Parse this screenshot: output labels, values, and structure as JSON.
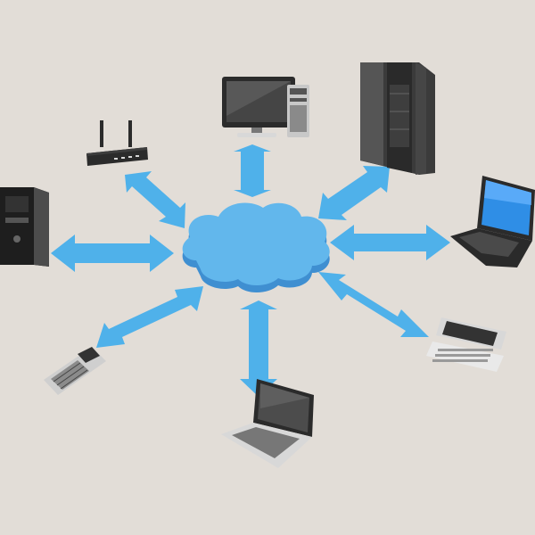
{
  "colors": {
    "background": "#e2ddd7",
    "cloud": "#62b7ec",
    "cloud_shade": "#3f8fd1",
    "arrow": "#4fb1ea",
    "device_dark": "#2b2b2b",
    "device_mid": "#4c4c4c",
    "device_light": "#d8d8d8",
    "screen": "#454545",
    "screen_blue": "#2f8ee6"
  },
  "hub": {
    "name": "cloud",
    "icon": "cloud-icon"
  },
  "nodes": [
    {
      "name": "desktop-monitor",
      "icon": "desktop-monitor-icon"
    },
    {
      "name": "server-rack",
      "icon": "server-rack-icon"
    },
    {
      "name": "laptop-blue-screen",
      "icon": "laptop-icon"
    },
    {
      "name": "smartphone-keyboard",
      "icon": "smartphone-icon"
    },
    {
      "name": "laptop-silver",
      "icon": "laptop-icon"
    },
    {
      "name": "feature-phone",
      "icon": "feature-phone-icon"
    },
    {
      "name": "tower-pc",
      "icon": "tower-pc-icon"
    },
    {
      "name": "wifi-router",
      "icon": "router-icon"
    }
  ],
  "connections": [
    {
      "from": "cloud",
      "to": "desktop-monitor",
      "style": "bidirectional"
    },
    {
      "from": "cloud",
      "to": "server-rack",
      "style": "bidirectional"
    },
    {
      "from": "cloud",
      "to": "laptop-blue-screen",
      "style": "bidirectional"
    },
    {
      "from": "cloud",
      "to": "smartphone-keyboard",
      "style": "bidirectional"
    },
    {
      "from": "cloud",
      "to": "laptop-silver",
      "style": "bidirectional"
    },
    {
      "from": "cloud",
      "to": "feature-phone",
      "style": "bidirectional"
    },
    {
      "from": "cloud",
      "to": "tower-pc",
      "style": "bidirectional"
    },
    {
      "from": "cloud",
      "to": "wifi-router",
      "style": "bidirectional"
    }
  ]
}
